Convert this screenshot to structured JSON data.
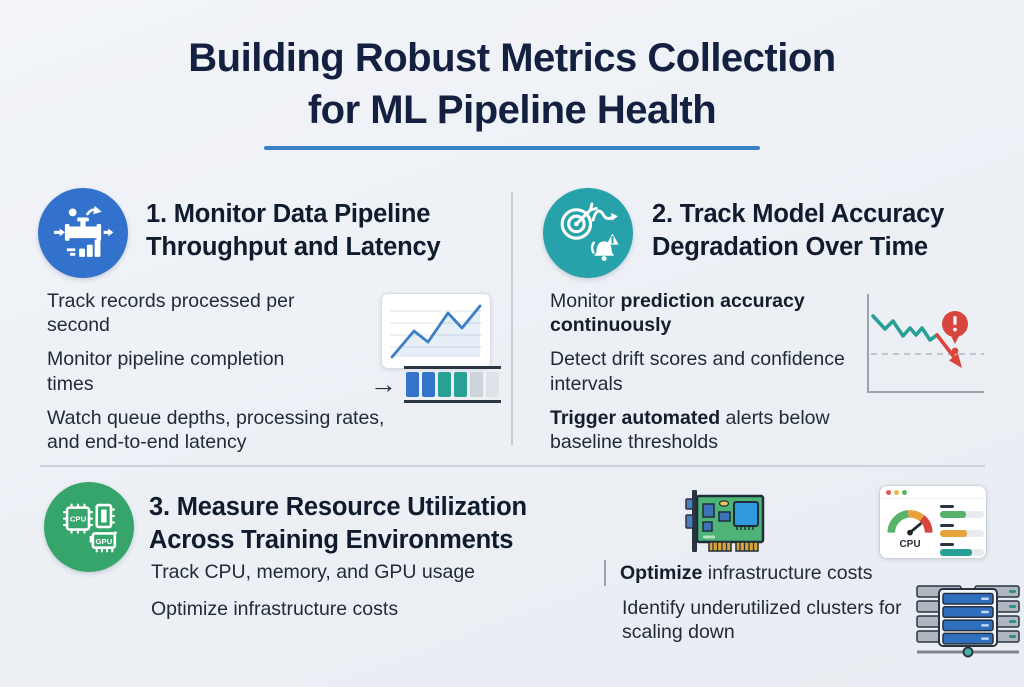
{
  "title": {
    "line1": "Building Robust Metrics Collection",
    "line2": "for ML Pipeline Health"
  },
  "colors": {
    "background": "#eef1f5",
    "title_text": "#14203f",
    "title_underline": "#3a80c4",
    "section1_accent": "#3372cc",
    "section2_accent": "#28a2aa",
    "section3_accent": "#36a56b",
    "chart_line_blue": "#3b7fc4",
    "decline_teal": "#29a096",
    "alert_red": "#d8453c",
    "gauge_green": "#57b36a",
    "gauge_orange": "#e8a33c",
    "body_text": "#212b37",
    "divider": "#c6cdd5"
  },
  "section1": {
    "heading": "1. Monitor Data Pipeline Throughput and Latency",
    "bullets": [
      "Track records processed per second",
      "Monitor pipeline completion times",
      "Watch queue depths, processing rates, and end-to-end latency"
    ],
    "arrow_glyph": "→"
  },
  "section2": {
    "heading": "2. Track Model Accuracy Degradation Over Time",
    "bullet1_normal": "Monitor ",
    "bullet1_bold": "prediction accuracy continuously",
    "bullet2": "Detect drift scores and confidence intervals",
    "bullet3_bold": "Trigger automated",
    "bullet3_normal": " alerts below baseline thresholds"
  },
  "section3": {
    "heading": "3. Measure Resource Utilization Across Training Environments",
    "bullets_left": [
      "Track CPU, memory, and GPU usage",
      "Optimize infrastructure costs"
    ],
    "right_bullet1_bold": "Optimize",
    "right_bullet1_normal": " infrastructure costs",
    "right_bullet2": "Identify underutilized clusters for scaling down"
  },
  "icon_labels": {
    "cpu_chip": "CPU",
    "gpu_chip": "GPU",
    "gauge_cpu": "CPU"
  }
}
